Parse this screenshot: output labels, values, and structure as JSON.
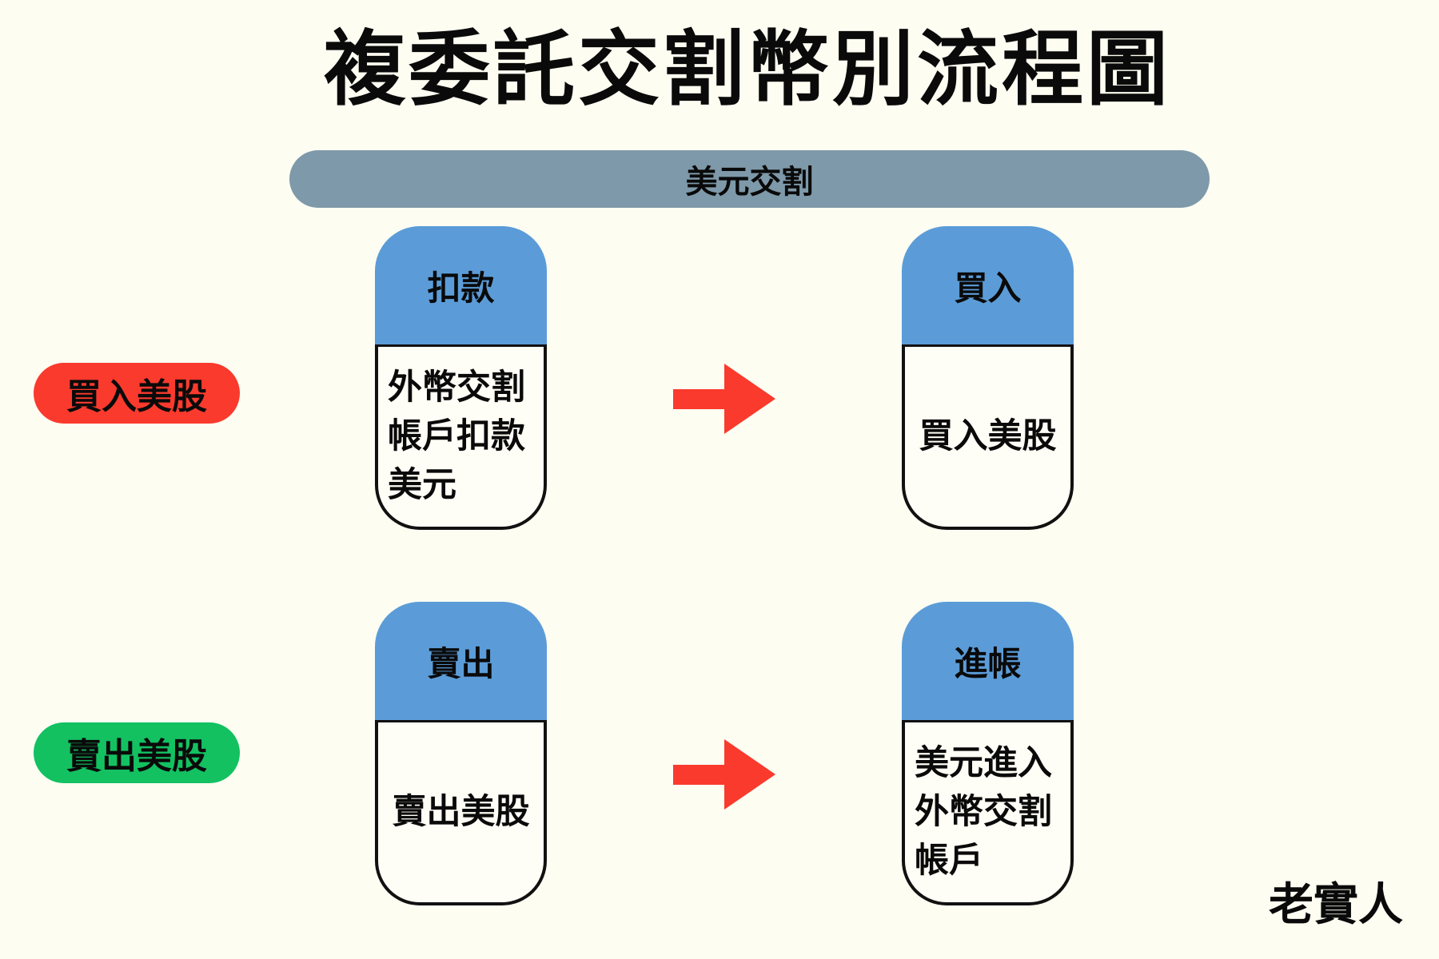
{
  "page": {
    "title": "複委託交割幣別流程圖",
    "signature": "老實人"
  },
  "banner": {
    "label": "美元交割"
  },
  "rows": [
    {
      "badge": {
        "label": "買入美股"
      },
      "cards": [
        {
          "header": "扣款",
          "body_lines": [
            "外幣交割",
            "帳戶扣款",
            "美元"
          ]
        },
        {
          "header": "買入",
          "body_lines": [
            "買入美股"
          ]
        }
      ]
    },
    {
      "badge": {
        "label": "賣出美股"
      },
      "cards": [
        {
          "header": "賣出",
          "body_lines": [
            "賣出美股"
          ]
        },
        {
          "header": "進帳",
          "body_lines": [
            "美元進入",
            "外幣交割",
            "帳戶"
          ]
        }
      ]
    }
  ],
  "icons": {
    "arrow": "right-arrow-icon"
  },
  "colors": {
    "background": "#FDFDF2",
    "banner_gray_blue": "#7E99A9",
    "card_header_blue": "#5B9CD8",
    "badge_buy_red": "#FA3A2D",
    "badge_sell_green": "#13C161",
    "arrow_red": "#FA3A2D",
    "text": "#0A0A0A"
  }
}
